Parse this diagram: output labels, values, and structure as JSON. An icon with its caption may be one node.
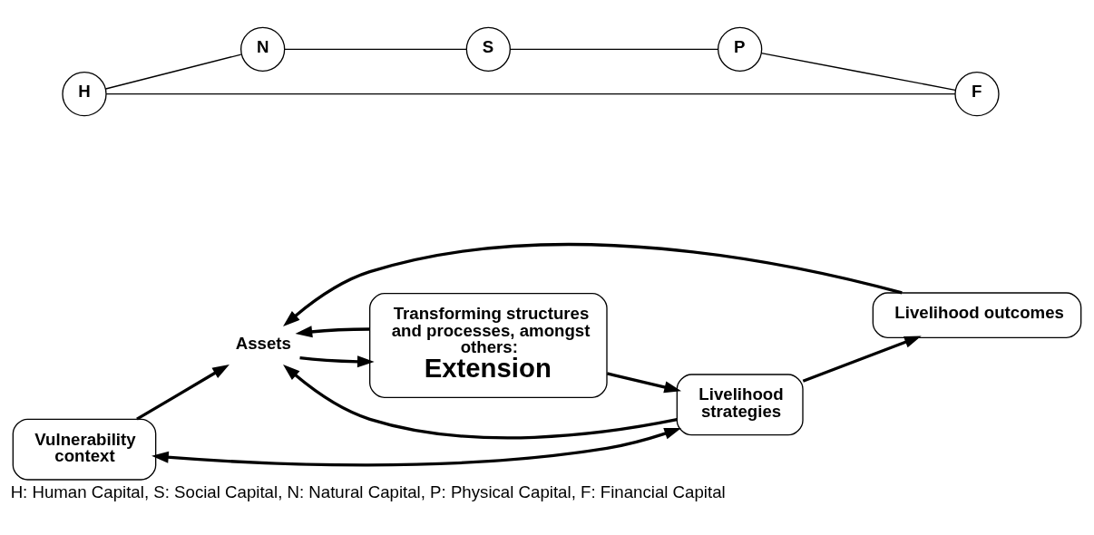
{
  "diagram": {
    "caption": "H: Human Capital, S: Social Capital, N: Natural Capital, P: Physical Capital, F: Financial Capital",
    "nodes": [
      {
        "text": [
          "Assets"
        ]
      },
      {
        "text": [
          "H"
        ]
      },
      {
        "text": [
          "F"
        ]
      },
      {
        "text": [
          "N"
        ]
      },
      {
        "text": [
          "P"
        ]
      },
      {
        "text": [
          "S"
        ]
      },
      {
        "text": [
          "Transforming structures and processes, amongst others:",
          "Extension"
        ]
      },
      {
        "text": [
          "Livelihood outcomes"
        ]
      },
      {
        "text": [
          "Vulnerability context"
        ]
      },
      {
        "text": [
          "Livelihood strategies"
        ]
      }
    ],
    "edges": [
      {
        "from": 1,
        "to": 3,
        "arrow": "none"
      },
      {
        "from": 3,
        "to": 5,
        "arrow": "none"
      },
      {
        "from": 5,
        "to": 4,
        "arrow": "none"
      },
      {
        "from": 4,
        "to": 2,
        "arrow": "none"
      },
      {
        "from": 2,
        "to": 1,
        "arrow": "none"
      },
      {
        "from": 7,
        "to": 0,
        "arrow": "to"
      },
      {
        "from": 0,
        "to": 6,
        "arrow": "to"
      },
      {
        "from": 6,
        "to": 0,
        "arrow": "to"
      },
      {
        "from": 6,
        "to": 9,
        "arrow": "to"
      },
      {
        "from": 9,
        "to": 7,
        "arrow": "to"
      },
      {
        "from": 9,
        "to": 0,
        "arrow": "to"
      },
      {
        "from": 8,
        "to": 0,
        "arrow": "to"
      },
      {
        "from": 8,
        "to": 9,
        "arrow": "both"
      }
    ]
  }
}
